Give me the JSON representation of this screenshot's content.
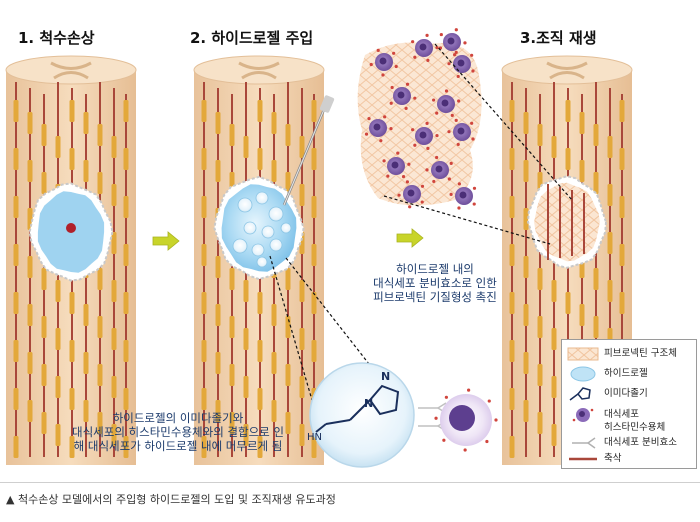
{
  "steps": [
    {
      "title": "1. 척수손상"
    },
    {
      "title": "2. 하이드로젤 주입"
    },
    {
      "title": "3.조직 재생"
    }
  ],
  "notes": {
    "fibronectin": [
      "하이드로젤 내의",
      "대식세포 분비효소로 인한",
      "피브로넥틴 기질형성 촉진"
    ],
    "imidazole": [
      "하이드로젤의 이미다졸기와",
      "대식세포의 히스타민수용체와의 결합으로 인",
      "해 대식세포가 하이드로젤 내에 머무르게 됨"
    ]
  },
  "molecule_label": "N",
  "molecule_nh_label": "H\nN",
  "legend": [
    {
      "label": "피브로넥틴 구조체",
      "icon": "fibronectin-icon"
    },
    {
      "label": "하이드로젤",
      "icon": "hydrogel-icon"
    },
    {
      "label": "이미다졸기",
      "icon": "imidazole-icon"
    },
    {
      "label": "대식세포\n히스타민수용체",
      "icon": "macrophage-icon"
    },
    {
      "label": "대식세포 분비효소",
      "icon": "enzyme-icon"
    },
    {
      "label": "축삭",
      "icon": "axon-icon"
    }
  ],
  "caption": "▲ 척수손상 모델에서의 주입형 하이드로젤의 도입 및 조직재생 유도과정",
  "colors": {
    "cord": "#f3d6b3",
    "cord_dark": "#e9c29a",
    "axon": "#a9473a",
    "myelin": "#e3a83a",
    "hydrogel": "#9fd3f0",
    "arrow": "#c8d42a",
    "macrophage": "#7a5aa8",
    "text_blue": "#1b3a6b"
  }
}
